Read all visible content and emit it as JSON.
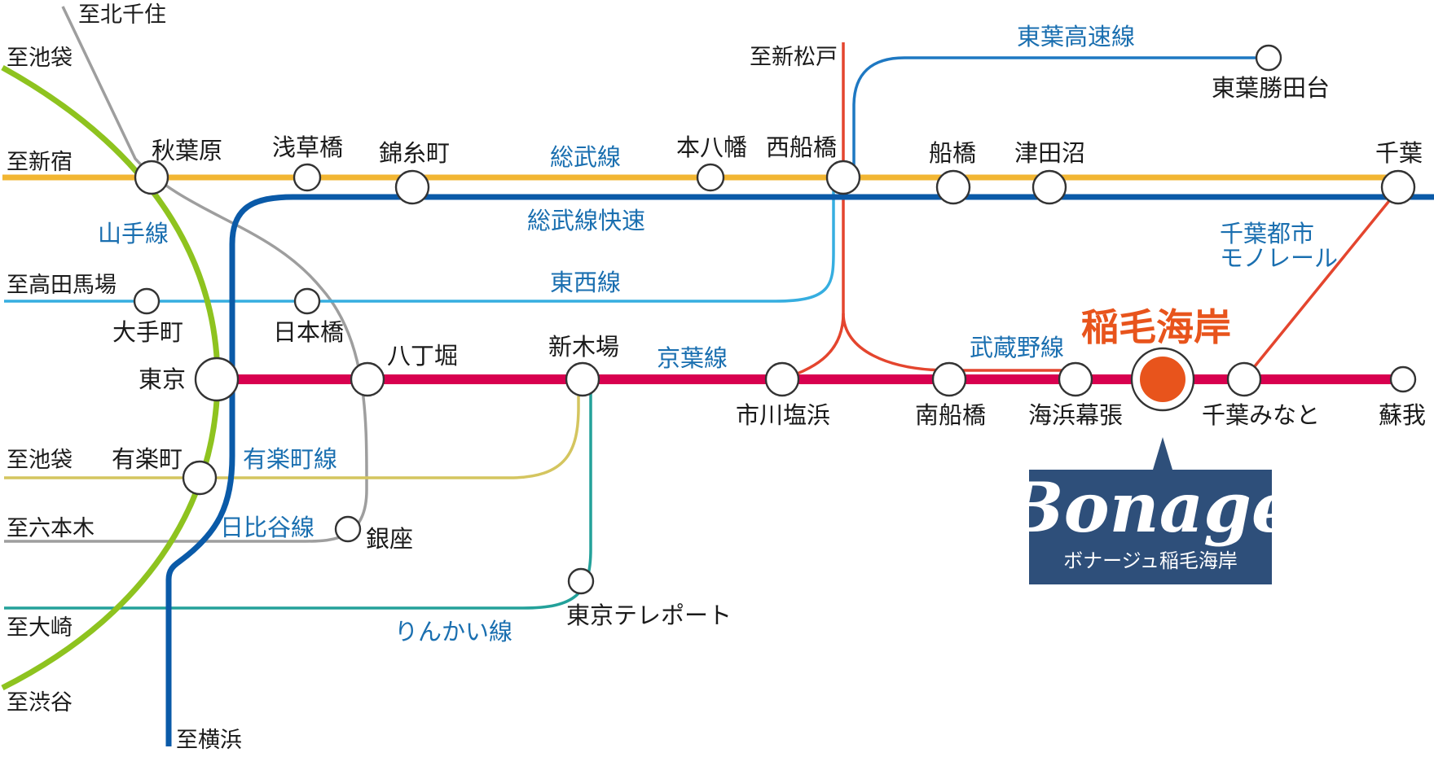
{
  "colors": {
    "yamanote": "#8ec31f",
    "sobu": "#f2b632",
    "sobu_rapid": "#0a5aa8",
    "keiyo": "#d8004f",
    "tozai": "#36aee0",
    "hibiya": "#9e9e9e",
    "yurakucho": "#d4c55f",
    "rinkai": "#23a19a",
    "musashino": "#e4452e",
    "toyo_rapid": "#1e78c2",
    "monorail": "#e4452e",
    "line_label": "#1a6fb0",
    "target": "#e8541c",
    "brand_box": "#2e4f7a"
  },
  "line_labels": {
    "yamanote": "山手線",
    "sobu": "総武線",
    "sobu_rapid": "総武線快速",
    "tozai": "東西線",
    "keiyo": "京葉線",
    "yurakucho": "有楽町線",
    "hibiya": "日比谷線",
    "rinkai": "りんかい線",
    "musashino": "武蔵野線",
    "toyo_rapid": "東葉高速線",
    "monorail_1": "千葉都市",
    "monorail_2": "モノレール"
  },
  "destinations": {
    "kita_senju": "至北千住",
    "ikebukuro_top": "至池袋",
    "shinjuku": "至新宿",
    "takadanobaba": "至高田馬場",
    "ikebukuro_mid": "至池袋",
    "roppongi": "至六本木",
    "osaki": "至大崎",
    "shibuya": "至渋谷",
    "yokohama": "至横浜",
    "shin_matsudo": "至新松戸"
  },
  "stations": {
    "akihabara": "秋葉原",
    "asakusabashi": "浅草橋",
    "kinshicho": "錦糸町",
    "motoyawata": "本八幡",
    "nishi_funabashi": "西船橋",
    "funabashi": "船橋",
    "tsudanuma": "津田沼",
    "chiba": "千葉",
    "toyo_katsutadai": "東葉勝田台",
    "otemachi": "大手町",
    "nihombashi": "日本橋",
    "tokyo": "東京",
    "hatchobori": "八丁堀",
    "shin_kiba": "新木場",
    "ichikawa_shiohama": "市川塩浜",
    "minami_funabashi": "南船橋",
    "kaihin_makuhari": "海浜幕張",
    "chiba_minato": "千葉みなと",
    "soga": "蘇我",
    "yurakucho": "有楽町",
    "ginza": "銀座",
    "tokyo_teleport": "東京テレポート"
  },
  "target_station": "稲毛海岸",
  "brand": {
    "logo": "Bonage",
    "subtitle": "ボナージュ稲毛海岸"
  }
}
